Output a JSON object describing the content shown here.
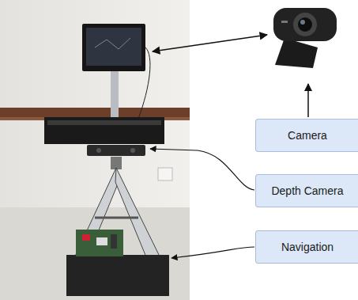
{
  "diagram": {
    "nodes": [
      {
        "text": [
          "Camera"
        ]
      },
      {
        "text": [
          "Depth Camera"
        ]
      },
      {
        "text": [
          "Navigation"
        ]
      }
    ]
  }
}
